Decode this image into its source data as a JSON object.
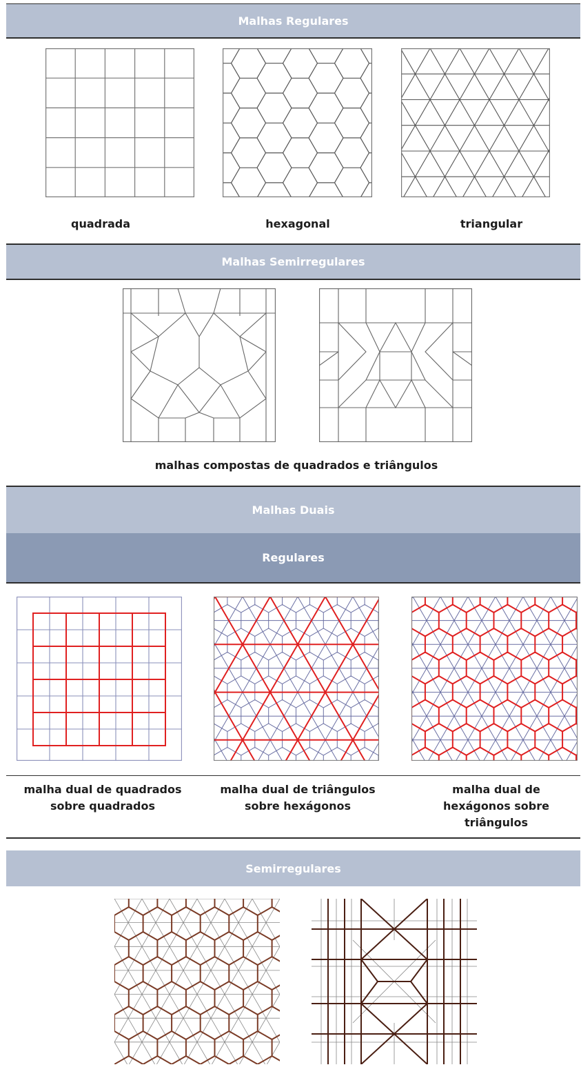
{
  "sections": {
    "regular": {
      "title": "Malhas Regulares"
    },
    "semiregular": {
      "title": "Malhas Semirregulares"
    },
    "dual": {
      "title": "Malhas Duais"
    },
    "dual_regular": {
      "title": "Regulares"
    },
    "dual_semiregular": {
      "title": "Semirregulares"
    }
  },
  "regular_meshes": [
    {
      "label": "quadrada",
      "pattern": "square-grid-icon"
    },
    {
      "label": "hexagonal",
      "pattern": "hexagon-grid-icon"
    },
    {
      "label": "triangular",
      "pattern": "triangle-grid-icon"
    }
  ],
  "semiregular_caption": "malhas compostas de quadrados e triângulos",
  "dual_regular_meshes": [
    {
      "label": "malha dual de quadrados sobre quadrados"
    },
    {
      "label": "malha dual de triângulos sobre hexágonos"
    },
    {
      "label": "malha dual de hexágonos sobre triângulos"
    }
  ],
  "colors": {
    "band_light": "#b6c0d2",
    "band_dark": "#8b9ab4",
    "grid_line": "#555555",
    "dual_red": "#e02020",
    "dual_blue": "#6a6fa3",
    "dual_brown": "#7a3b26"
  }
}
